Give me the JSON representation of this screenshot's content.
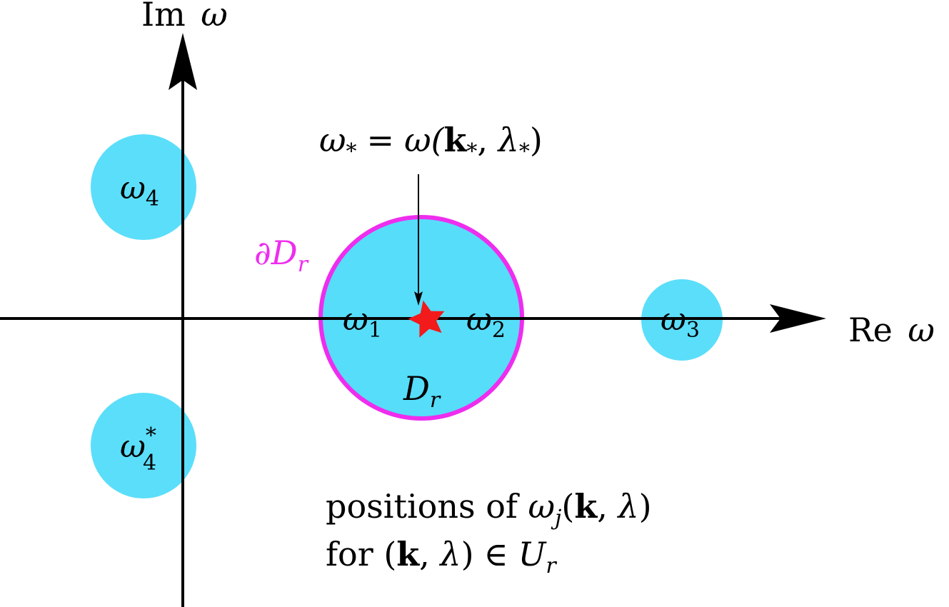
{
  "axes": {
    "im_label_prefix": "Im",
    "im_label_symbol": "ω",
    "re_label_prefix": "Re",
    "re_label_symbol": "ω"
  },
  "roots": [
    {
      "id": "w1",
      "base": "ω",
      "sub": "1",
      "sup": ""
    },
    {
      "id": "w2",
      "base": "ω",
      "sub": "2",
      "sup": ""
    },
    {
      "id": "w3",
      "base": "ω",
      "sub": "3",
      "sup": ""
    },
    {
      "id": "w4",
      "base": "ω",
      "sub": "4",
      "sup": ""
    },
    {
      "id": "w4star",
      "base": "ω",
      "sub": "4",
      "sup": "*"
    }
  ],
  "domain": {
    "boundary_prefix": "∂",
    "boundary_base": "D",
    "boundary_sub": "r",
    "interior_base": "D",
    "interior_sub": "r"
  },
  "critical_point": {
    "lhs_base": "ω",
    "lhs_sub": "*",
    "equals": "=",
    "rhs_func": "ω(",
    "k_bold": "k",
    "k_sub": "*",
    "comma": ", ",
    "lambda": "λ",
    "lambda_sub": "*",
    "close": ")"
  },
  "caption": {
    "line1_text": "positions of ",
    "line1_base": "ω",
    "line1_sub": "j",
    "line1_open": "(",
    "line1_k": "k",
    "line1_comma": ", ",
    "line1_lambda": "λ",
    "line1_close": ")",
    "line2_text": "for ",
    "line2_open": "(",
    "line2_k": "k",
    "line2_comma": ", ",
    "line2_lambda": "λ",
    "line2_close": ")",
    "line2_in": "∈",
    "line2_U": "U",
    "line2_U_sub": "r"
  },
  "colors": {
    "region_fill": "#56DDFA",
    "boundary": "#EE2DEE",
    "star": "#F21A1A",
    "axis": "#000000"
  },
  "icons": {
    "critical_point_marker": "star-icon",
    "axis_arrows": "arrowhead-icon"
  }
}
